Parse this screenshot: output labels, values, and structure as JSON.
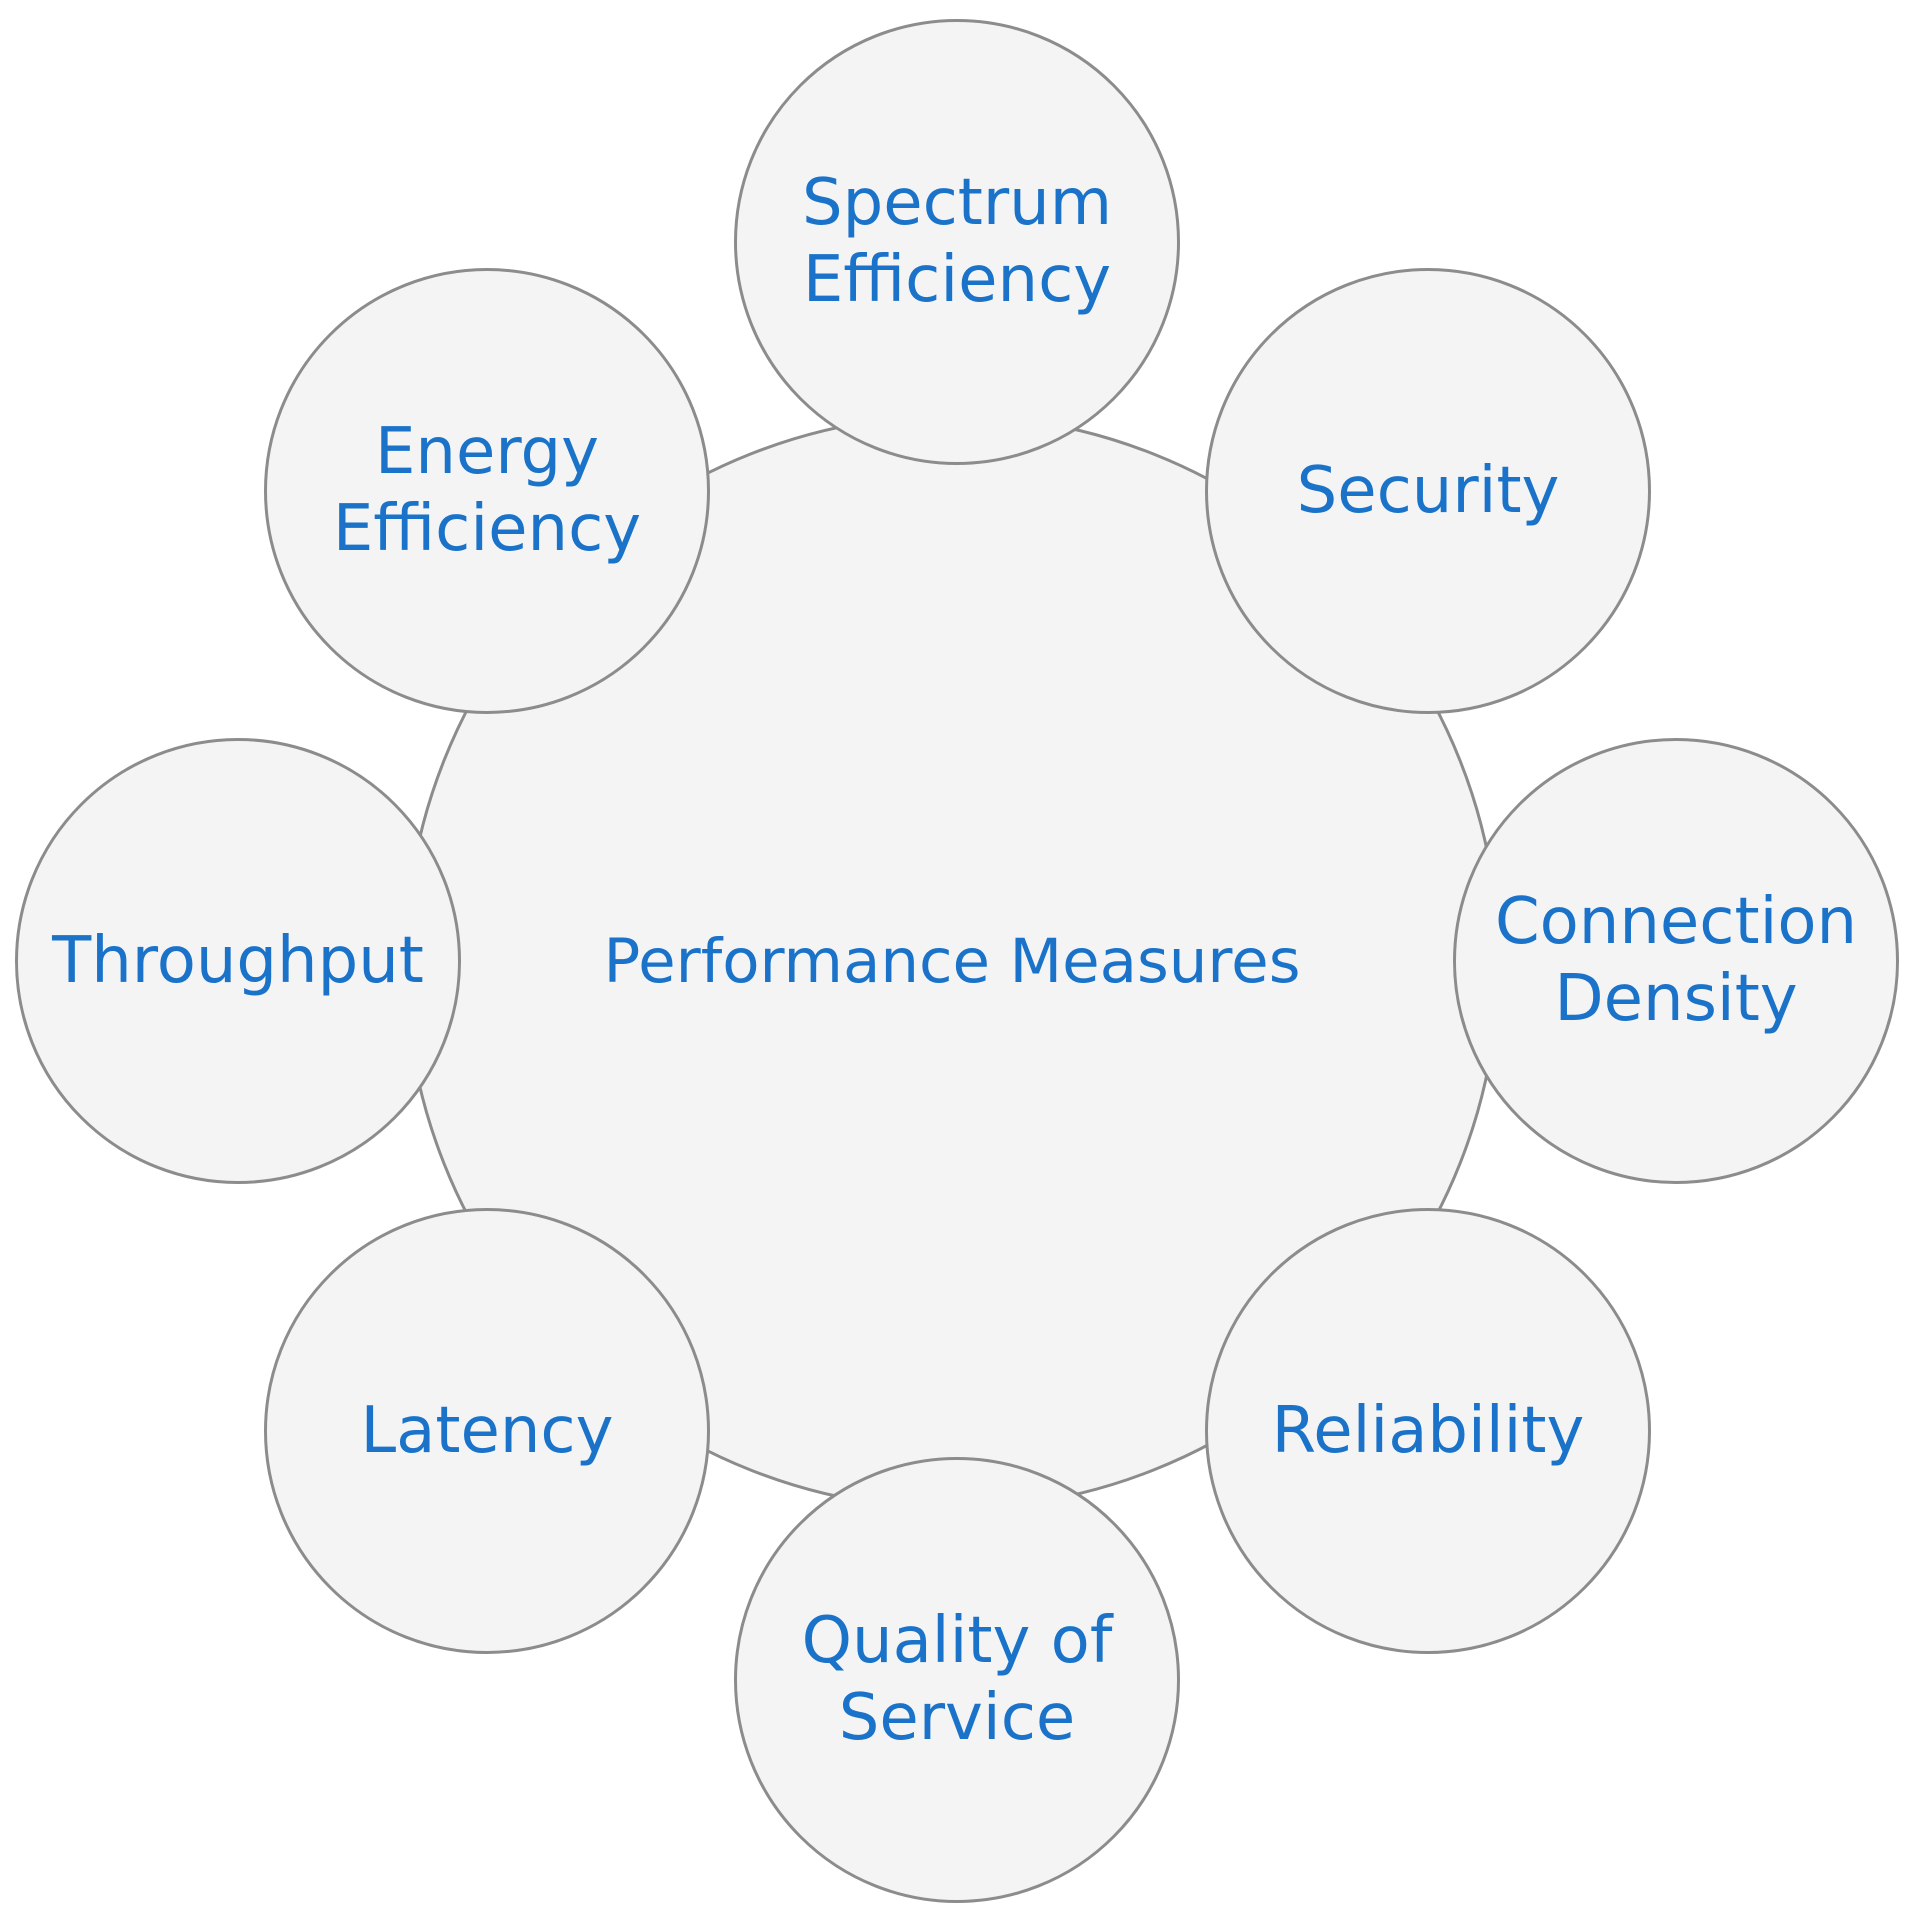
{
  "center": {
    "label": "Performance Measures"
  },
  "satellites": [
    {
      "label": "Spectrum\nEfficiency"
    },
    {
      "label": "Security"
    },
    {
      "label": "Connection\nDensity"
    },
    {
      "label": "Reliability"
    },
    {
      "label": "Quality of\nService"
    },
    {
      "label": "Latency"
    },
    {
      "label": "Throughput"
    },
    {
      "label": "Energy\nEfficiency"
    }
  ],
  "colors": {
    "text": "#1a73c9",
    "fill": "#f4f4f4",
    "stroke": "#8c8c8c"
  }
}
